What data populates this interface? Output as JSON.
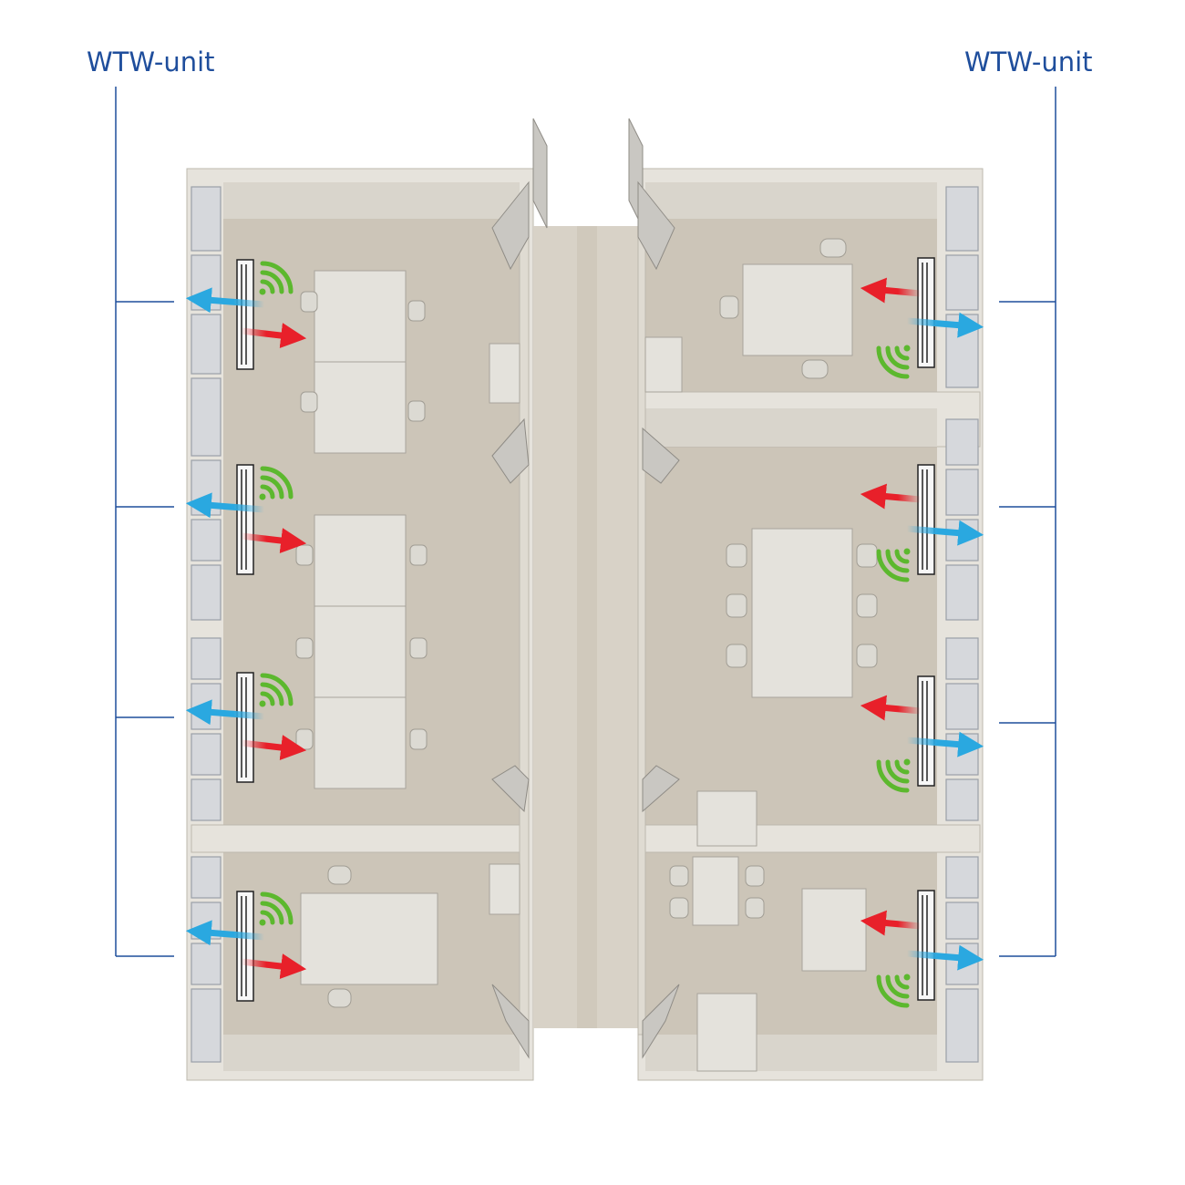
{
  "labels": {
    "left": "WTW-unit",
    "right": "WTW-unit"
  },
  "colors": {
    "label": "#1f4e9c",
    "callout_line": "#1f4e9c",
    "supply_air": "#e8202a",
    "exhaust_air": "#2aa8e0",
    "wireless": "#5cb82e",
    "wall": "#e6e3dc",
    "floor": "#cbc4b7",
    "furniture": "#e4e2dc"
  },
  "icons": {
    "supply": "red-supply-air-arrow-icon",
    "exhaust": "blue-exhaust-air-arrow-icon",
    "wireless": "wireless-signal-icon",
    "unit": "ventilation-unit"
  }
}
